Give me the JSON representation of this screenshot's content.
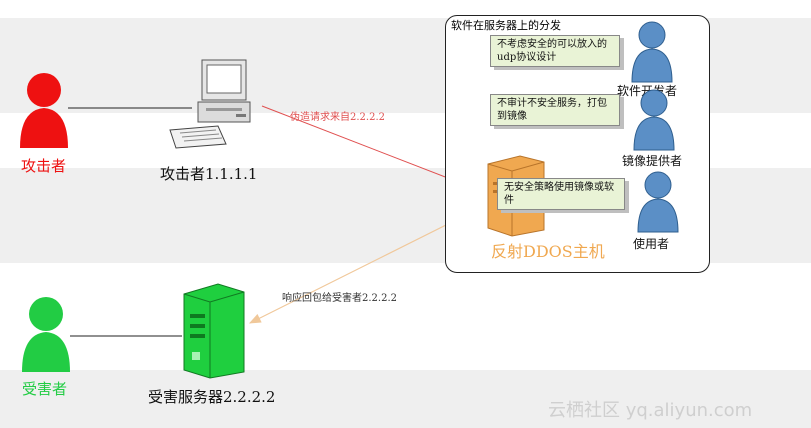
{
  "panel": {
    "title": "软件在服务器上的分发"
  },
  "attacker": {
    "person_label": "攻击者",
    "computer_label": "攻击者1.1.1.1"
  },
  "victim": {
    "person_label": "受害者",
    "server_label": "受害服务器2.2.2.2"
  },
  "reflector": {
    "label": "反射DDOS主机"
  },
  "arrows": {
    "forged_request": "伪造请求来自2.2.2.2",
    "response": "响应回包给受害者2.2.2.2"
  },
  "roles": [
    {
      "label": "软件开发者",
      "note": "不考虑安全的可以放入的udp协议设计"
    },
    {
      "label": "镜像提供者",
      "note": "不审计不安全服务，打包到镜像"
    },
    {
      "label": "使用者",
      "note": "无安全策略使用镜像或软件"
    }
  ],
  "watermark": "云栖社区 yq.aliyun.com",
  "colors": {
    "attacker": "#ee1111",
    "victim": "#22cc44",
    "server_green": "#1fcf3f",
    "user_blue": "#5b8fc6",
    "reflector_orange": "#f0a850",
    "forged_arrow": "#e05050",
    "response_arrow": "#f0c89a"
  }
}
